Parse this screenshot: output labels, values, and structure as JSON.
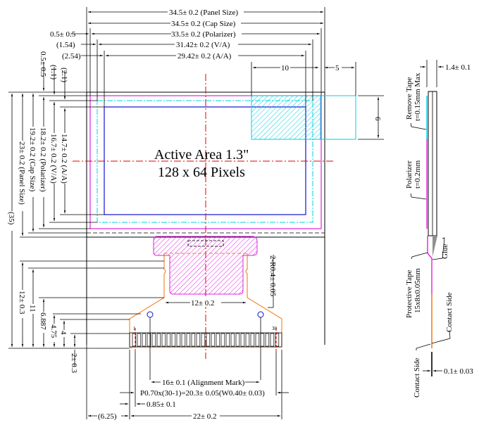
{
  "title": {
    "line1": "Active Area 1.3\"",
    "line2": "128 x 64 Pixels"
  },
  "top_dimensions": {
    "panel_size": "34.5± 0.2 (Panel Size)",
    "cap_size": "34.5± 0.2 (Cap Size)",
    "polarizer": "33.5± 0.2 (Polarizer)",
    "va": "31.42± 0.2 (V/A)",
    "aa": "29.42± 0.2 (A/A)",
    "offset_polarizer": "0.5± 0.5",
    "offset_va": "(1.54)",
    "offset_aa": "(2.54)",
    "remove_tape_width": "10",
    "remove_tape_overhang": "5",
    "remove_tape_height": "6"
  },
  "left_dimensions": {
    "offset_polarizer": "0.5± 0.5",
    "offset_va": "(1.1)",
    "offset_aa": "(2.1)",
    "aa": "14.7± 0.2 (A/A)",
    "va": "16.7± 0.2 (V/A)",
    "polarizer": "18.2± 0.2 (Polarizer)",
    "cap_size": "19.2± 0.2 (Cap Size)",
    "panel_size": "23± 0.2 (Panel Size)",
    "total": "(35)",
    "fpc_length": "12± 0.3",
    "d11": "11",
    "d6887": "6.887",
    "d475": "4.75",
    "d4": "4",
    "d2": "2± 0.3"
  },
  "fpc": {
    "neck_width": "12± 0.2",
    "radius": "2-R0.4± 0.05",
    "pin_first": "1",
    "pin_last": "30",
    "pin_count": 30
  },
  "bottom_dimensions": {
    "alignment": "16± 0.1 (Alignment Mark)",
    "pitch": "P0.70x(30-1)=20.3± 0.05(W0.40± 0.03)",
    "edge_offset": "0.85± 0.1",
    "left_offset": "(6.25)",
    "fpc_width": "22± 0.2"
  },
  "side_view": {
    "thickness": "1.4± 0.1",
    "remove_tape": "Remove Tape",
    "remove_tape_t": "t=0.15mm Max",
    "polarizer": "Polarizer",
    "polarizer_t": "t=0.2mm",
    "glue": "Glue",
    "protective_tape": "Protective Tape",
    "protective_tape_size": "15x8x0.05mm",
    "contact_side_1": "Contact Side",
    "contact_side_2": "Contact Side",
    "fpc_thickness": "0.1± 0.03"
  },
  "colors": {
    "panel": "#000000",
    "polarizer": "#e020e0",
    "cap": "#00d0e0",
    "active_area": "#1010d0",
    "center_line": "#e00000",
    "fpc": "#f08020",
    "glue": "#909090"
  }
}
